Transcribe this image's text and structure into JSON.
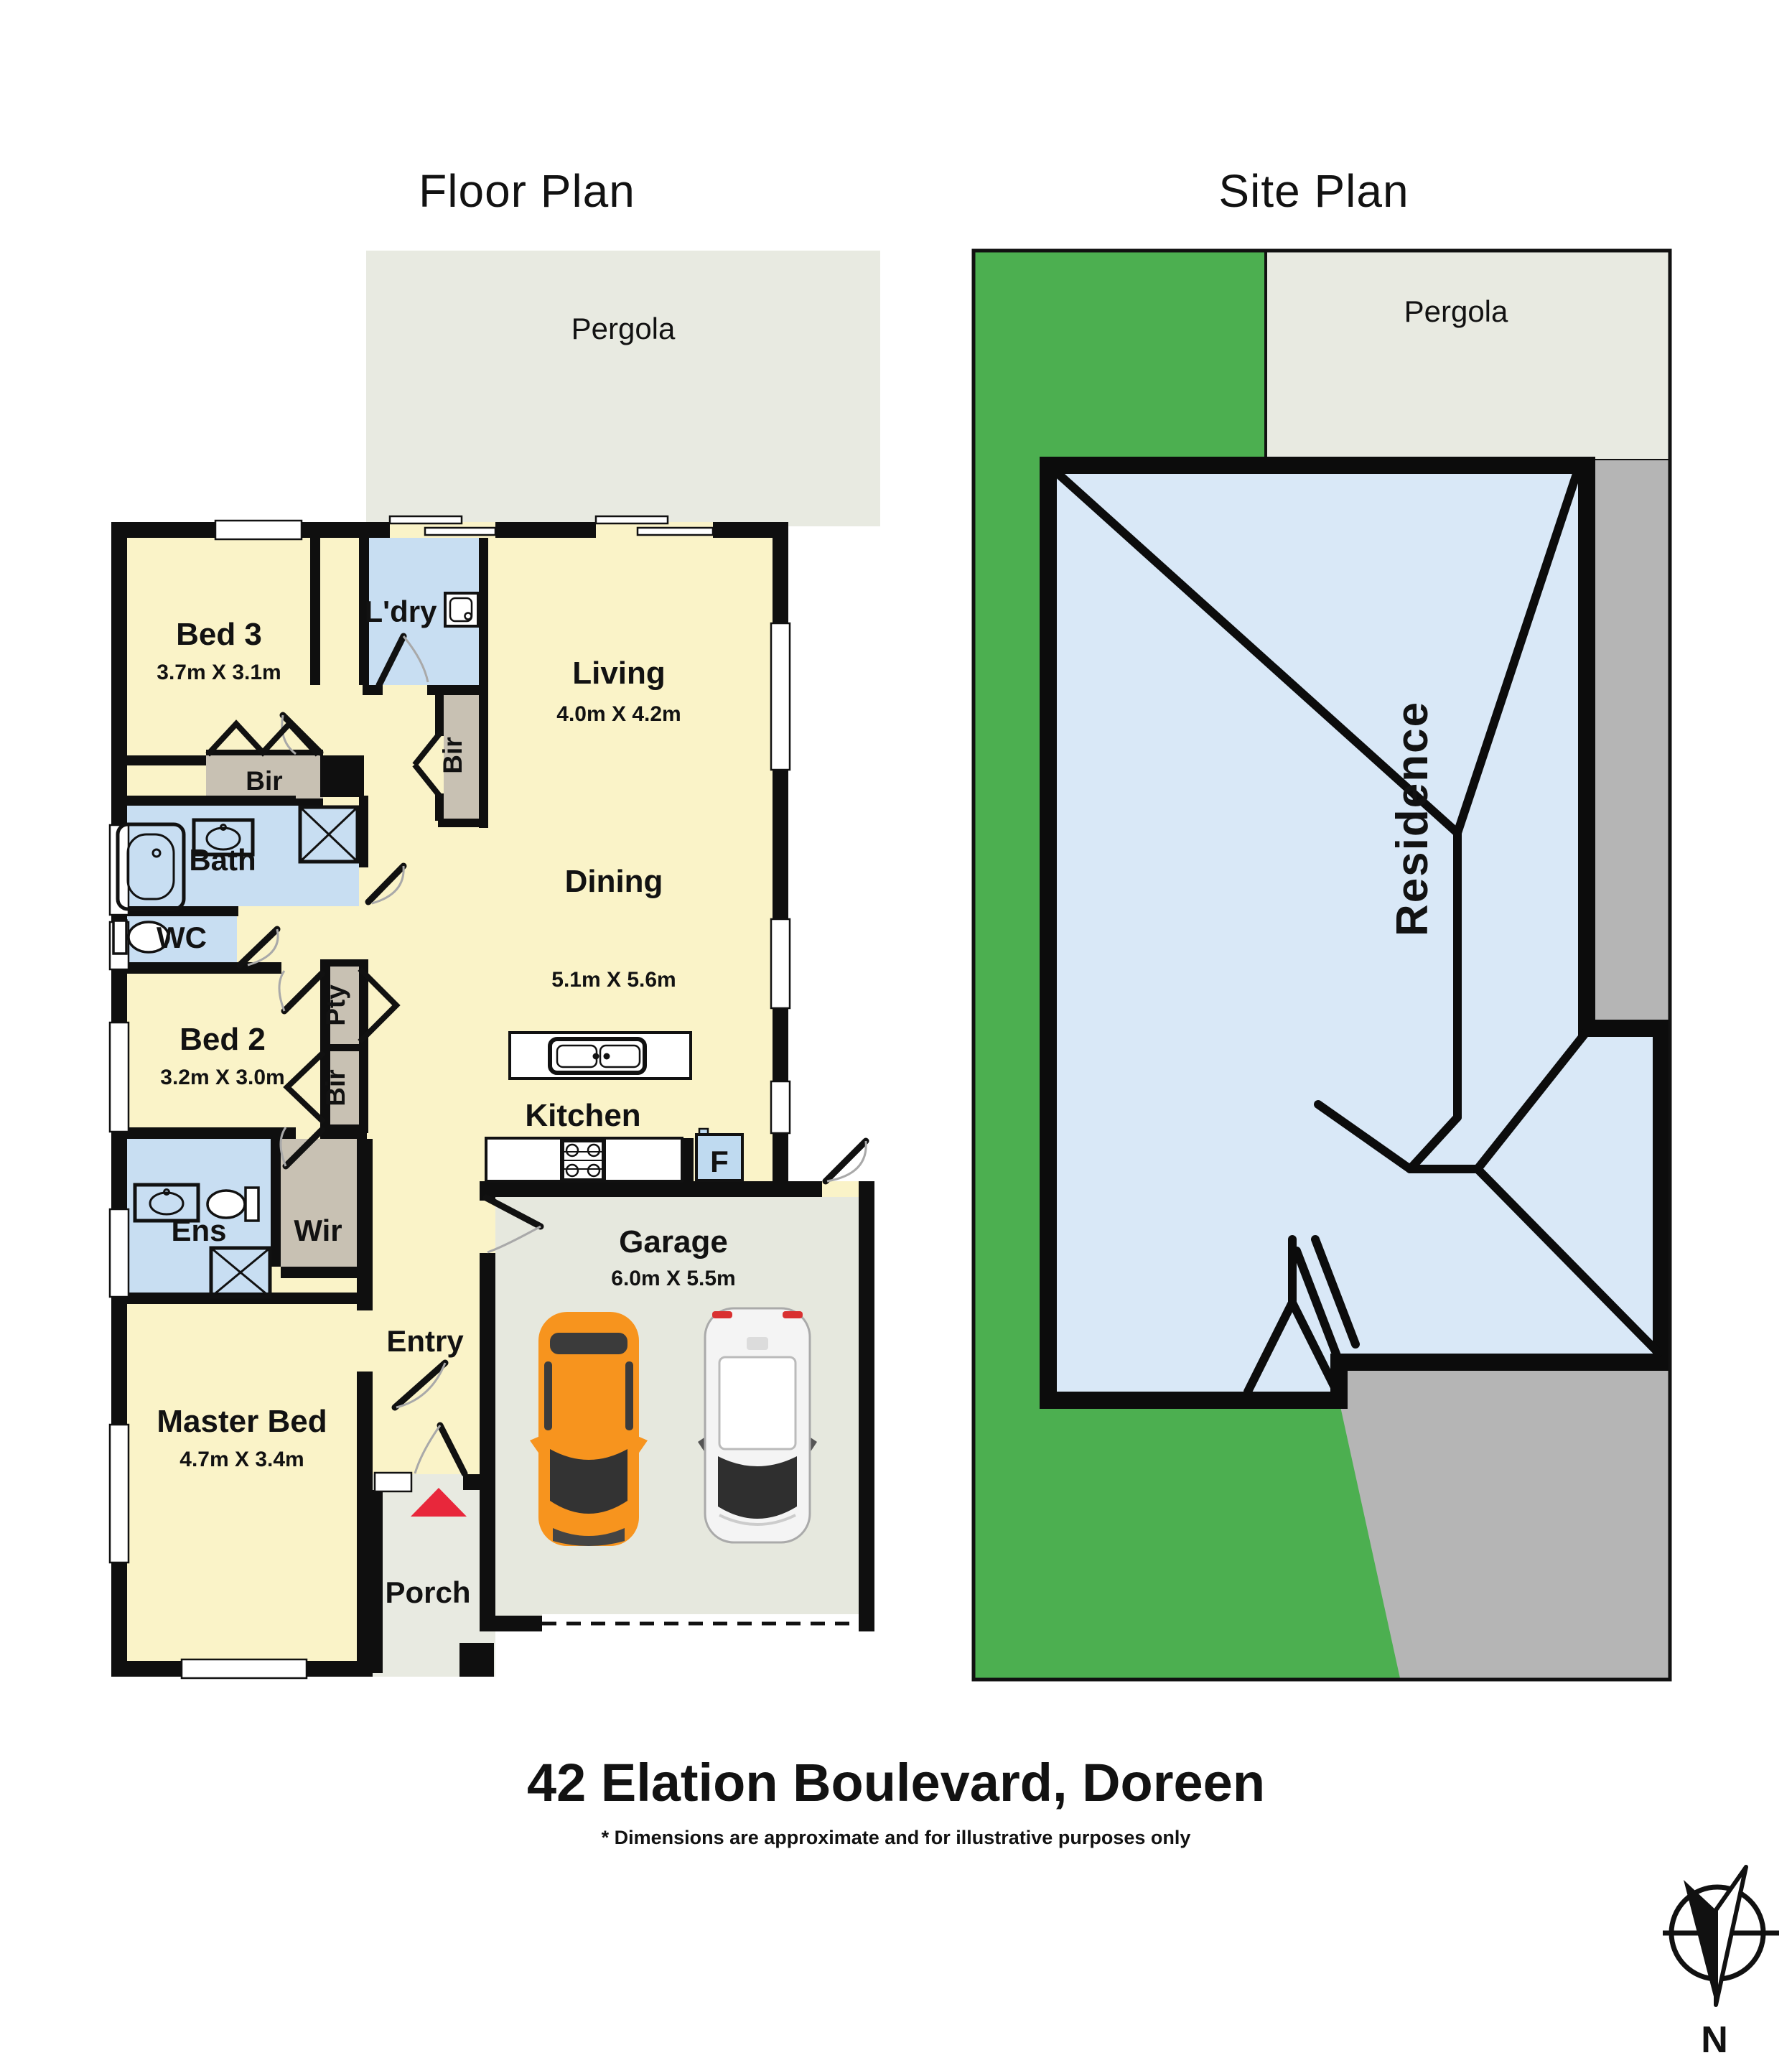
{
  "titles": {
    "floor_plan": "Floor Plan",
    "site_plan": "Site Plan"
  },
  "address": "42 Elation Boulevard, Doreen",
  "disclaimer": "* Dimensions are approximate and for illustrative purposes only",
  "compass": {
    "north": "N"
  },
  "floor_plan": {
    "pergola": {
      "label": "Pergola"
    },
    "rooms": {
      "bed3": {
        "label": "Bed 3",
        "dims": "3.7m X 3.1m"
      },
      "ldry": {
        "label": "L'dry"
      },
      "living": {
        "label": "Living",
        "dims": "4.0m X 4.2m"
      },
      "dining": {
        "label": "Dining",
        "dims": "5.1m X 5.6m"
      },
      "kitchen": {
        "label": "Kitchen"
      },
      "bath": {
        "label": "Bath"
      },
      "wc": {
        "label": "WC"
      },
      "bed2": {
        "label": "Bed 2",
        "dims": "3.2m X 3.0m"
      },
      "ens": {
        "label": "Ens"
      },
      "wir": {
        "label": "Wir"
      },
      "entry": {
        "label": "Entry"
      },
      "master": {
        "label": "Master Bed",
        "dims": "4.7m X 3.4m"
      },
      "porch": {
        "label": "Porch"
      },
      "garage": {
        "label": "Garage",
        "dims": "6.0m X 5.5m"
      }
    },
    "closets": {
      "bir": "Bir",
      "pty": "Pty"
    },
    "appliances": {
      "fridge": "F"
    }
  },
  "site_plan": {
    "pergola": {
      "label": "Pergola"
    },
    "residence": {
      "label": "Residence"
    }
  },
  "colors": {
    "room_yellow": "#FAF3C8",
    "wet_blue": "#C8DEF2",
    "robe_taupe": "#C8C1B3",
    "outdoor_grey": "#E8EAE1",
    "garage_floor": "#E6E8DE",
    "lawn_green": "#4CAF50",
    "roof_blue": "#D9E8F7",
    "driveway_grey": "#B5B5B5",
    "wall_black": "#0F0F0F",
    "entry_arrow_red": "#E8273B",
    "car_orange": "#F7941E",
    "car_white": "#F4F4F4",
    "fridge_blue": "#BFDAF0"
  }
}
